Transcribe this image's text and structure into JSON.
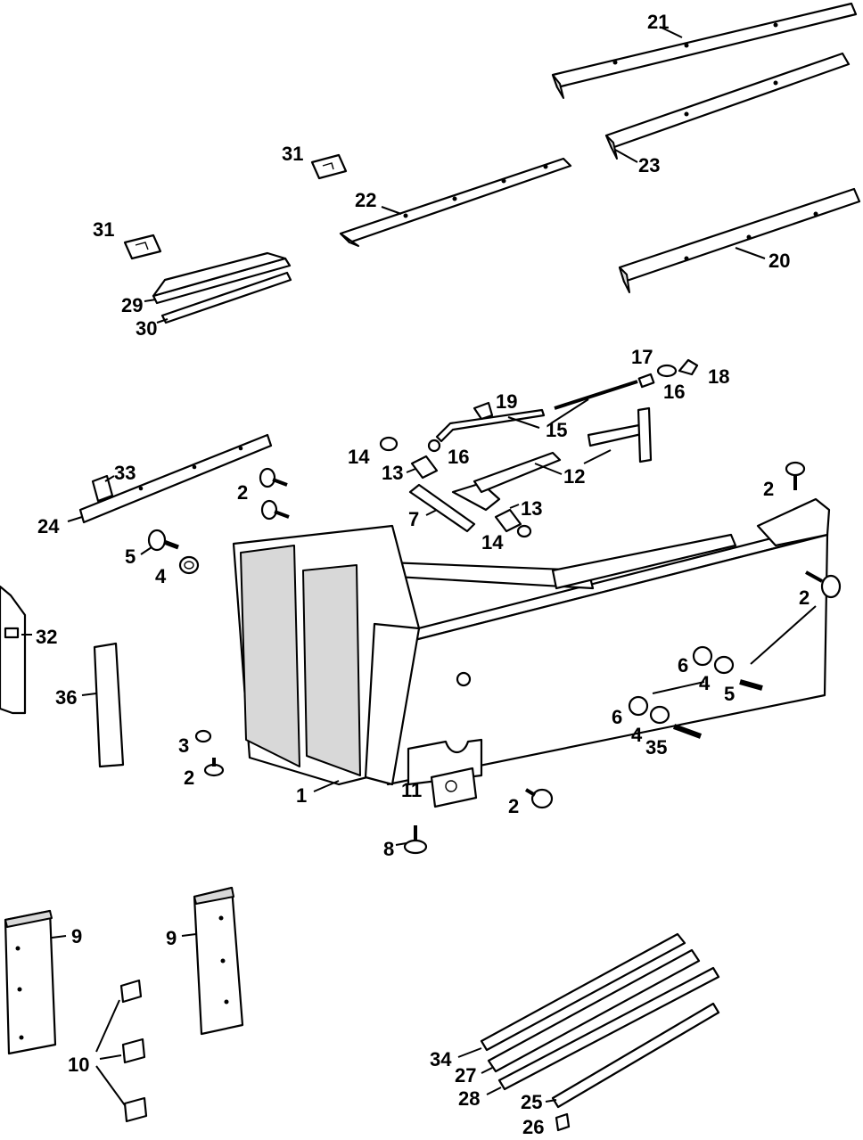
{
  "callouts": [
    {
      "id": "c21",
      "label": "21"
    },
    {
      "id": "c23",
      "label": "23"
    },
    {
      "id": "c31a",
      "label": "31"
    },
    {
      "id": "c22",
      "label": "22"
    },
    {
      "id": "c20",
      "label": "20"
    },
    {
      "id": "c31b",
      "label": "31"
    },
    {
      "id": "c29",
      "label": "29"
    },
    {
      "id": "c30",
      "label": "30"
    },
    {
      "id": "c17",
      "label": "17"
    },
    {
      "id": "c18",
      "label": "18"
    },
    {
      "id": "c16a",
      "label": "16"
    },
    {
      "id": "c19",
      "label": "19"
    },
    {
      "id": "c15",
      "label": "15"
    },
    {
      "id": "c14a",
      "label": "14"
    },
    {
      "id": "c16b",
      "label": "16"
    },
    {
      "id": "c13a",
      "label": "13"
    },
    {
      "id": "c12",
      "label": "12"
    },
    {
      "id": "c33",
      "label": "33"
    },
    {
      "id": "c2a",
      "label": "2"
    },
    {
      "id": "c2b",
      "label": "2"
    },
    {
      "id": "c24",
      "label": "24"
    },
    {
      "id": "c7",
      "label": "7"
    },
    {
      "id": "c13b",
      "label": "13"
    },
    {
      "id": "c14b",
      "label": "14"
    },
    {
      "id": "c5a",
      "label": "5"
    },
    {
      "id": "c4a",
      "label": "4"
    },
    {
      "id": "c2c",
      "label": "2"
    },
    {
      "id": "c32",
      "label": "32"
    },
    {
      "id": "c36",
      "label": "36"
    },
    {
      "id": "c6a",
      "label": "6"
    },
    {
      "id": "c4b",
      "label": "4"
    },
    {
      "id": "c5b",
      "label": "5"
    },
    {
      "id": "c6b",
      "label": "6"
    },
    {
      "id": "c4c",
      "label": "4"
    },
    {
      "id": "c35",
      "label": "35"
    },
    {
      "id": "c3",
      "label": "3"
    },
    {
      "id": "c2d",
      "label": "2"
    },
    {
      "id": "c1",
      "label": "1"
    },
    {
      "id": "c11",
      "label": "11"
    },
    {
      "id": "c2e",
      "label": "2"
    },
    {
      "id": "c8",
      "label": "8"
    },
    {
      "id": "c9a",
      "label": "9"
    },
    {
      "id": "c9b",
      "label": "9"
    },
    {
      "id": "c10",
      "label": "10"
    },
    {
      "id": "c34",
      "label": "34"
    },
    {
      "id": "c27",
      "label": "27"
    },
    {
      "id": "c28",
      "label": "28"
    },
    {
      "id": "c25",
      "label": "25"
    },
    {
      "id": "c26",
      "label": "26"
    }
  ]
}
